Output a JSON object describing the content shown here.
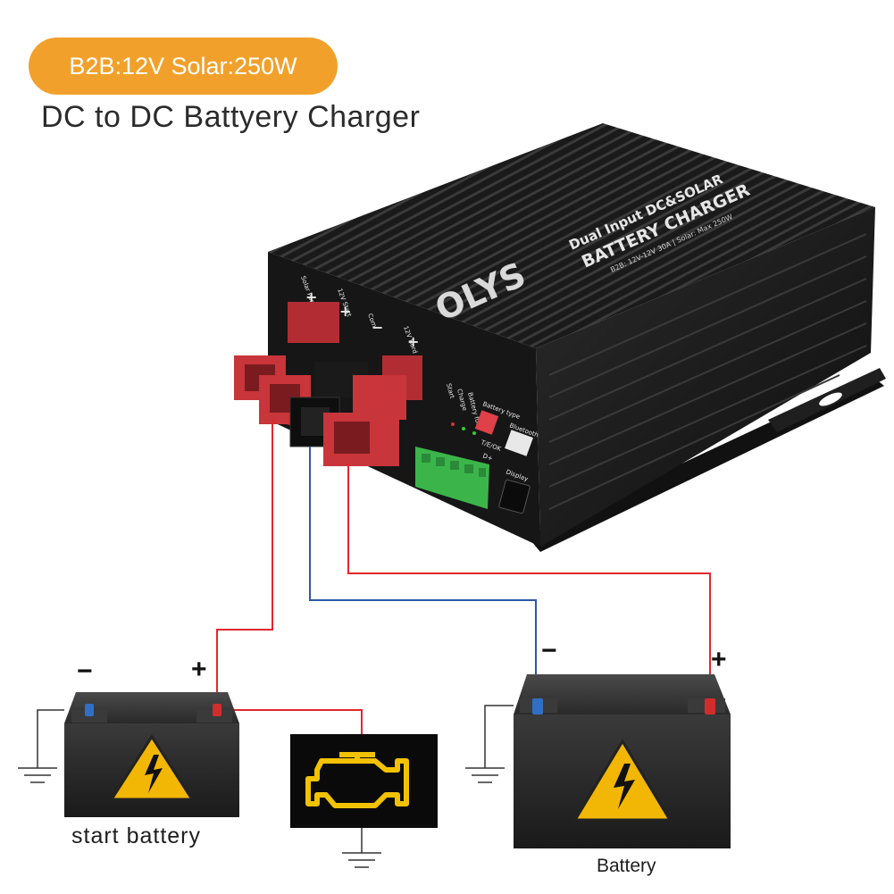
{
  "badge": {
    "text": "B2B:12V Solar:250W"
  },
  "headline": "DC to DC Battyery Charger",
  "device": {
    "brand": "OLYS",
    "title_1": "Dual Input DC&SOLAR",
    "title_2": "BATTERY CHARGER",
    "spec": "B2B: 12V-12V 30A  |  Solar: Max 250W",
    "labels": {
      "solar": "Solar Panels",
      "start": "12V Start",
      "com": "Com",
      "bord": "12V Bord",
      "start_led": "Start",
      "charge_led": "Charge",
      "battery_full": "Battery full",
      "battery_type": "Battery type",
      "on_off": "T/E/OK",
      "bluetooth": "Bluetooth",
      "display": "Display",
      "d_plus": "D+"
    }
  },
  "batteries": {
    "start": {
      "caption": "start battery",
      "minus": "−",
      "plus": "+"
    },
    "house": {
      "caption": "Battery",
      "minus": "−",
      "plus": "+"
    }
  },
  "colors": {
    "badge": "#f1a12b",
    "positive_wire": "#e0282e",
    "negative_wire": "#2c5aa8",
    "device_body": "#1c1c1c",
    "connector_red": "#c8353a",
    "terminal_block": "#3bb54a",
    "warning": "#f2b705",
    "engine_icon": "#f2c200"
  },
  "icons": [
    "engine-warning-icon",
    "high-voltage-warning-icon",
    "ground-symbol-icon"
  ]
}
